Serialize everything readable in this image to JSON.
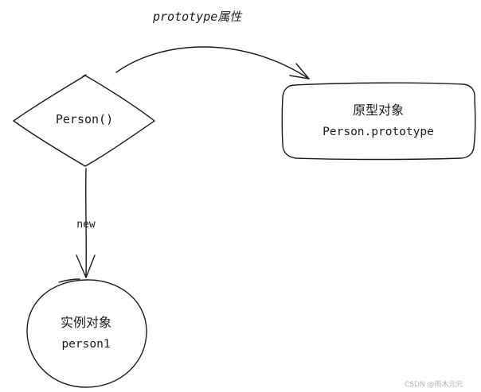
{
  "diagram": {
    "edge_prototype_label": "prototype属性",
    "node_constructor_label": "Person()",
    "node_prototype_title": "原型对象",
    "node_prototype_subtitle": "Person.prototype",
    "edge_new_label": "new",
    "node_instance_title": "实例对象",
    "node_instance_subtitle": "person1"
  },
  "watermark": "CSDN @雨木元元",
  "colors": {
    "stroke": "#1a1a1a",
    "background": "#ffffff",
    "watermark": "#b0b0b0"
  }
}
